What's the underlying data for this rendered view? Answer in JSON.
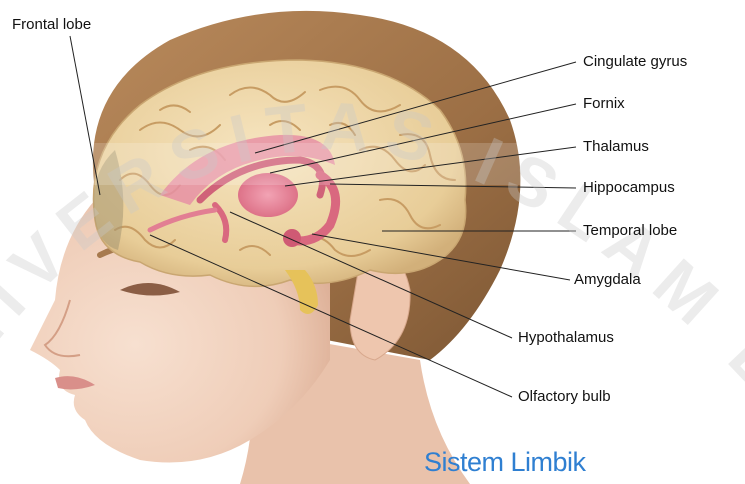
{
  "labels": {
    "frontal_lobe": "Frontal lobe",
    "cingulate_gyrus": "Cingulate gyrus",
    "fornix": "Fornix",
    "thalamus": "Thalamus",
    "hippocampus": "Hippocampus",
    "temporal_lobe": "Temporal lobe",
    "amygdala": "Amygdala",
    "hypothalamus": "Hypothalamus",
    "olfactory_bulb": "Olfactory bulb"
  },
  "caption": "Sistem Limbik",
  "watermark": "UNIVERSITAS ISLAM BA",
  "colors": {
    "caption": "#2f7fd1",
    "skin": "#f2d3c0",
    "hair": "#a77a4e",
    "brain": "#ecd3a0",
    "limbic": "#e27e93",
    "leader_line": "#222222",
    "watermark": "#c9c9c9"
  }
}
